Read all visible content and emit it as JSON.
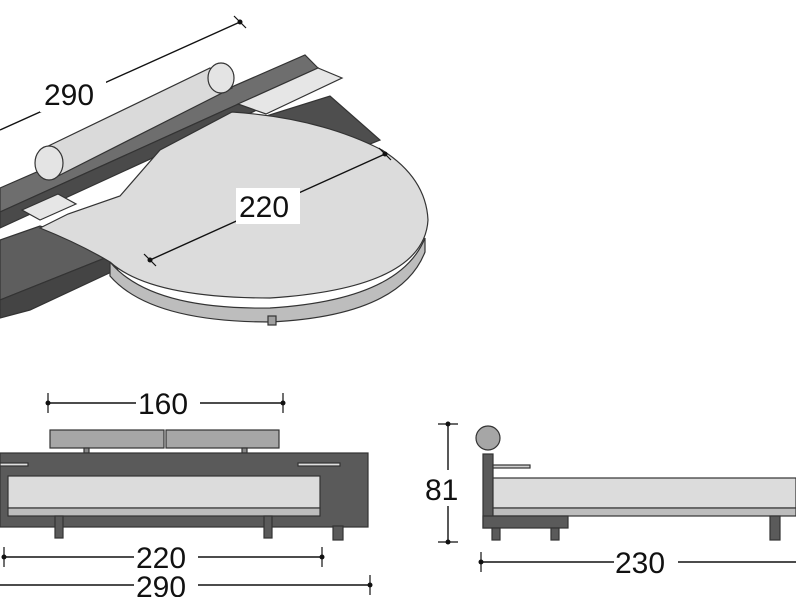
{
  "dimensions": {
    "iso_total_length": "290",
    "iso_mattress_width": "220",
    "front_cushion_width": "160",
    "front_bed_width": "220",
    "front_total_width": "290",
    "side_height": "81",
    "side_length": "230"
  },
  "colors": {
    "frame_dark": "#5a5a5a",
    "frame_top": "#6e6e6e",
    "frame_side": "#4a4a4a",
    "mattress_light": "#dcdcdc",
    "mattress_mid": "#c4c4c4",
    "cushion": "#a6a6a6",
    "shelf": "#e6e6e6",
    "line": "#111111",
    "background": "#ffffff"
  }
}
